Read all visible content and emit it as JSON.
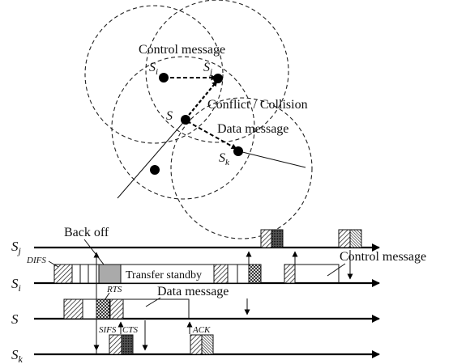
{
  "topology": {
    "nodes": {
      "i": {
        "base": "S",
        "sub": "i"
      },
      "j": {
        "base": "S",
        "sub": "j"
      },
      "s": {
        "base": "S",
        "sub": ""
      },
      "k": {
        "base": "S",
        "sub": "k"
      }
    },
    "labels": {
      "control": "Control message",
      "conflict": "Conflict / Collision",
      "data": "Data message"
    }
  },
  "timing": {
    "rows": [
      {
        "base": "S",
        "sub": "j"
      },
      {
        "base": "S",
        "sub": "i"
      },
      {
        "base": "S",
        "sub": ""
      },
      {
        "base": "S",
        "sub": "k"
      }
    ],
    "labels": {
      "backoff": "Back off",
      "difs": "DIFS",
      "standby": "Transfer standby",
      "control": "Control message",
      "rts": "RTS",
      "data": "Data message",
      "sifs": "SIFS",
      "cts": "CTS",
      "ack": "ACK"
    }
  }
}
